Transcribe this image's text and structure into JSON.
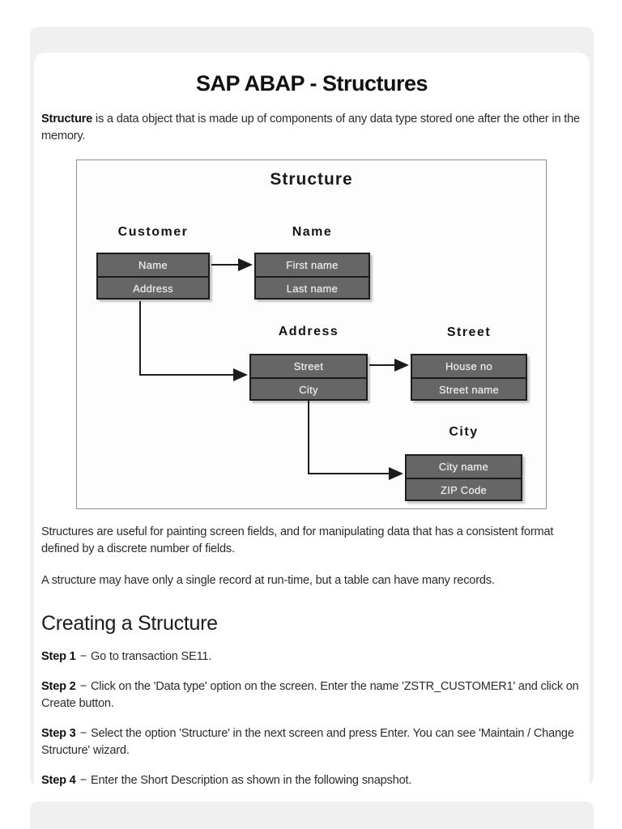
{
  "theme": {
    "backdrop": "#f0f0f0",
    "card": "#ffffff",
    "text": "#2b2b2b",
    "box_fill": "#666666",
    "box_border": "#1c1c1c",
    "box_text": "#efefef"
  },
  "page": {
    "title": "SAP ABAP - Structures",
    "intro_bold": "Structure",
    "intro_rest": " is a data object that is made up of components of any data type stored one after the other in the memory.",
    "para_usefulness": "Structures are useful for painting screen fields, and for manipulating data that has a consistent format defined by a discrete number of fields.",
    "para_single_record": "A structure may have only a single record at run-time, but a table can have many records.",
    "section_heading": "Creating a Structure",
    "steps": [
      {
        "label": "Step 1",
        "dash": "−",
        "text": "Go to transaction SE11."
      },
      {
        "label": "Step 2",
        "dash": "−",
        "text": "Click on the 'Data type' option on the screen. Enter the name 'ZSTR_CUSTOMER1' and click on Create button."
      },
      {
        "label": "Step 3",
        "dash": "−",
        "text": "Select the option 'Structure' in the next screen and press Enter. You can see 'Maintain / Change Structure' wizard."
      },
      {
        "label": "Step 4",
        "dash": "−",
        "text": "Enter the Short Description as shown in the following snapshot."
      }
    ]
  },
  "diagram": {
    "title": "Structure",
    "boxes": {
      "customer": {
        "label": "Customer",
        "rows": [
          "Name",
          "Address"
        ]
      },
      "name": {
        "label": "Name",
        "rows": [
          "First name",
          "Last name"
        ]
      },
      "address": {
        "label": "Address",
        "rows": [
          "Street",
          "City"
        ]
      },
      "street": {
        "label": "Street",
        "rows": [
          "House no",
          "Street name"
        ]
      },
      "city": {
        "label": "City",
        "rows": [
          "City name",
          "ZIP Code"
        ]
      }
    }
  }
}
